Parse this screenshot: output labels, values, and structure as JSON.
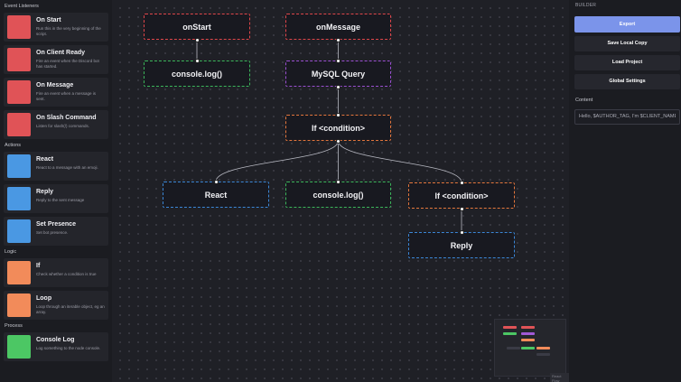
{
  "sidebar": {
    "sections": [
      {
        "title": "Event Listeners",
        "items": [
          {
            "title": "On Start",
            "desc": "Run this in the very beginning of the script.",
            "color": "#e05357"
          },
          {
            "title": "On Client Ready",
            "desc": "Fire an event when the Discord bot has started.",
            "color": "#e05357"
          },
          {
            "title": "On Message",
            "desc": "Fire an event when a message is sent.",
            "color": "#e05357"
          },
          {
            "title": "On Slash Command",
            "desc": "Listen for slash(/) commands.",
            "color": "#e05357"
          }
        ]
      },
      {
        "title": "Actions",
        "items": [
          {
            "title": "React",
            "desc": "React to a message with an emoji.",
            "color": "#4a98e3"
          },
          {
            "title": "Reply",
            "desc": "Reply to the sent message",
            "color": "#4a98e3"
          },
          {
            "title": "Set Presence",
            "desc": "Set bot presence.",
            "color": "#4a98e3"
          }
        ]
      },
      {
        "title": "Logic",
        "items": [
          {
            "title": "If",
            "desc": "Check whether a condition is true",
            "color": "#f28b5a"
          },
          {
            "title": "Loop",
            "desc": "Loop through an iterable object, eg an array.",
            "color": "#f28b5a"
          }
        ]
      },
      {
        "title": "Process",
        "items": [
          {
            "title": "Console Log",
            "desc": "Log something to the node console.",
            "color": "#4cc764"
          }
        ]
      }
    ]
  },
  "canvas": {
    "nodes": [
      {
        "id": "onstart",
        "label": "onStart",
        "color": "red"
      },
      {
        "id": "onmessage",
        "label": "onMessage",
        "color": "red"
      },
      {
        "id": "log1",
        "label": "console.log()",
        "color": "green"
      },
      {
        "id": "mysql",
        "label": "MySQL Query",
        "color": "purple"
      },
      {
        "id": "if1",
        "label": "If <condition>",
        "color": "orange"
      },
      {
        "id": "react",
        "label": "React",
        "color": "blue"
      },
      {
        "id": "log2",
        "label": "console.log()",
        "color": "green"
      },
      {
        "id": "if2",
        "label": "If <condition>",
        "color": "orange"
      },
      {
        "id": "reply",
        "label": "Reply",
        "color": "blue"
      }
    ],
    "edges": [
      [
        "onstart",
        "log1"
      ],
      [
        "onmessage",
        "mysql"
      ],
      [
        "mysql",
        "if1"
      ],
      [
        "if1",
        "react"
      ],
      [
        "if1",
        "log2"
      ],
      [
        "if1",
        "if2"
      ],
      [
        "if2",
        "reply"
      ]
    ],
    "minimap_attribution": "React Flow"
  },
  "builder": {
    "title": "BUILDER",
    "buttons": {
      "export": "Export",
      "save_local": "Save Local Copy",
      "load_project": "Load Project",
      "global_settings": "Global Settings"
    },
    "content_label": "Content",
    "content_value": "Hello, $AUTHOR_TAG, I'm $CLIENT_NAME"
  },
  "colors": {
    "event": "#e05357",
    "action": "#4a98e3",
    "logic": "#f28b5a",
    "process": "#4cc764",
    "accent": "#7b94ea"
  }
}
